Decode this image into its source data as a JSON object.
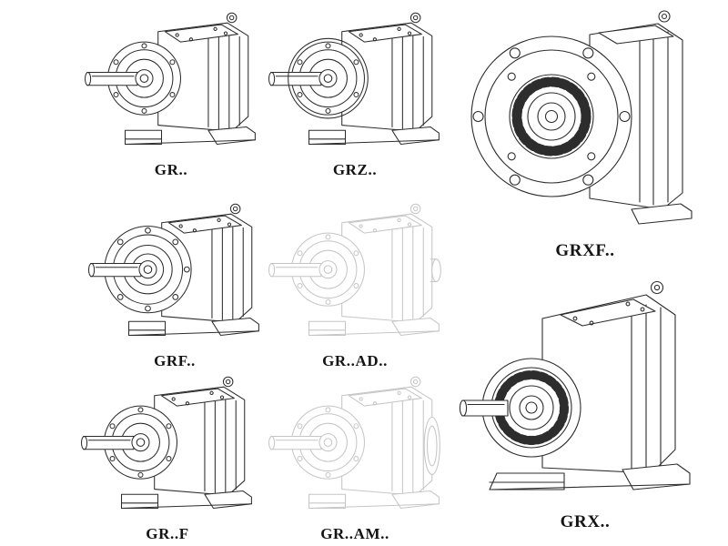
{
  "page": {
    "background": "#ffffff",
    "line_color": "#2d2d2d",
    "phantom_line_color": "#c6c6c6",
    "description": "Catalog sheet of helical gear reducer technical line drawings"
  },
  "figures": [
    {
      "id": "gr",
      "label": "GR..",
      "style": "solid",
      "type": "foot-mounted helical gear unit"
    },
    {
      "id": "grz",
      "label": "GRZ..",
      "style": "solid",
      "type": "foot-mounted helical gear unit"
    },
    {
      "id": "grxf",
      "label": "GRXF..",
      "style": "solid",
      "type": "flange-mounted helical gear unit, front view"
    },
    {
      "id": "grf",
      "label": "GRF..",
      "style": "solid",
      "type": "flange helical gear unit"
    },
    {
      "id": "grad",
      "label": "GR..AD..",
      "style": "phantom",
      "type": "helical gear unit with input adapter"
    },
    {
      "id": "grff",
      "label": "GR..F",
      "style": "solid",
      "type": "foot-mounted helical gear unit"
    },
    {
      "id": "gram",
      "label": "GR..AM..",
      "style": "phantom",
      "type": "helical gear unit with motor adapter flange"
    },
    {
      "id": "grx",
      "label": "GRX..",
      "style": "solid",
      "type": "large foot-mounted helical gear unit"
    }
  ]
}
